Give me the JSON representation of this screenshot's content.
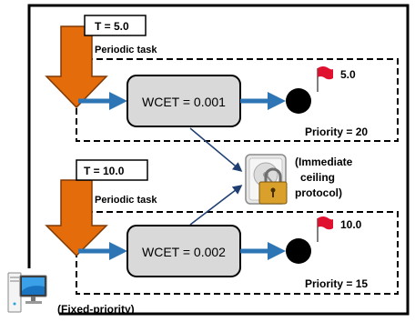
{
  "tasks": [
    {
      "period_label": "T = 5.0",
      "task_label": "Periodic task",
      "wcet_label": "WCET = 0.001",
      "deadline_label": "5.0",
      "priority_label": "Priority = 20"
    },
    {
      "period_label": "T = 10.0",
      "task_label": "Periodic task",
      "wcet_label": "WCET = 0.002",
      "deadline_label": "10.0",
      "priority_label": "Priority = 15"
    }
  ],
  "resource": {
    "icon": "locked-disk-icon",
    "label_lines": [
      "(Immediate",
      "ceiling",
      "protocol)"
    ]
  },
  "scheduler": {
    "icon": "computer-icon",
    "label": "(Fixed-priority)"
  },
  "colors": {
    "arrow_orange": "#e46c0a",
    "flow_blue": "#2e75b6",
    "link_navy": "#1f3f73",
    "flag_red": "#e0102f",
    "box_fill": "#d9d9d9"
  }
}
